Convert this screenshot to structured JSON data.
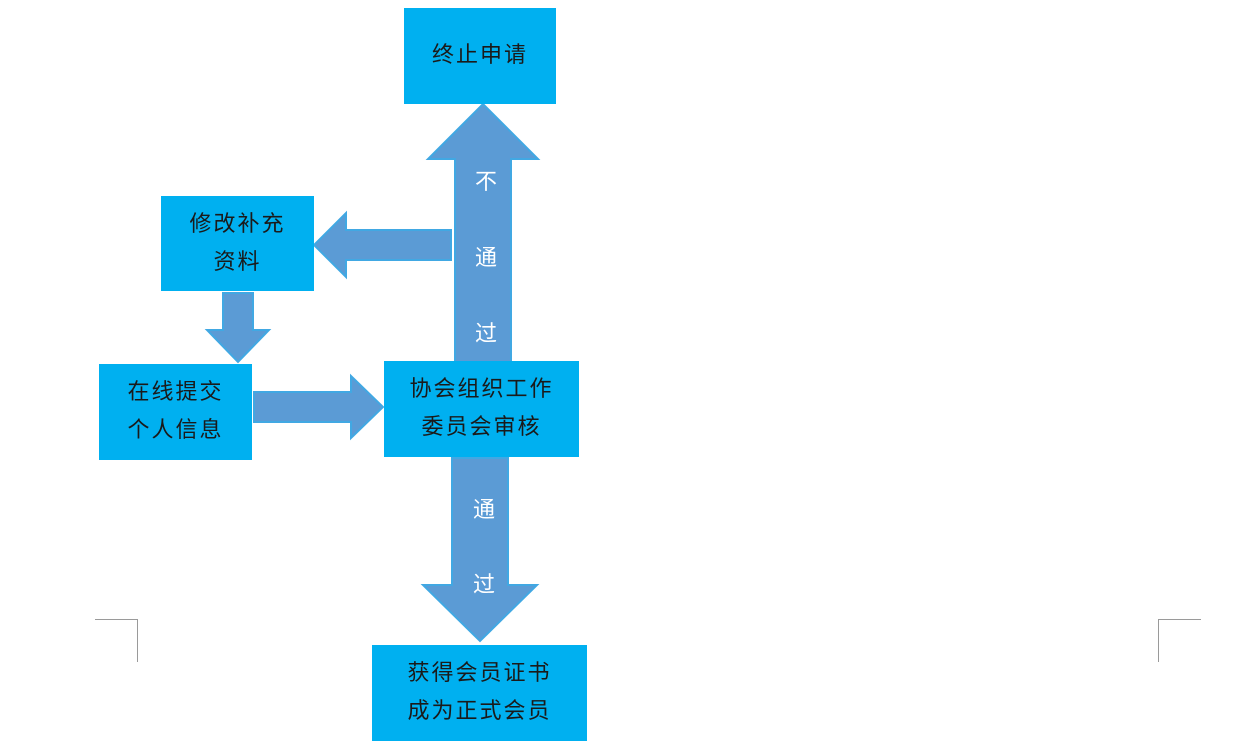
{
  "colors": {
    "box_fill": "#00B0F0",
    "arrow_fill": "#5B9BD5",
    "arrow_stroke": "#41A8E3",
    "label_text": "#FFFFFF",
    "box_text": "#1A1A1A"
  },
  "boxes": {
    "terminate": {
      "line1": "终止申请"
    },
    "revise": {
      "line1": "修改补充",
      "line2": "资料"
    },
    "submit": {
      "line1": "在线提交",
      "line2": "个人信息"
    },
    "review": {
      "line1": "协会组织工作",
      "line2": "委员会审核"
    },
    "certificate": {
      "line1": "获得会员证书",
      "line2": "成为正式会员"
    }
  },
  "arrows": {
    "fail_up": {
      "chars": [
        "不",
        "通",
        "过"
      ]
    },
    "pass_down": {
      "chars": [
        "通",
        "过"
      ]
    }
  }
}
